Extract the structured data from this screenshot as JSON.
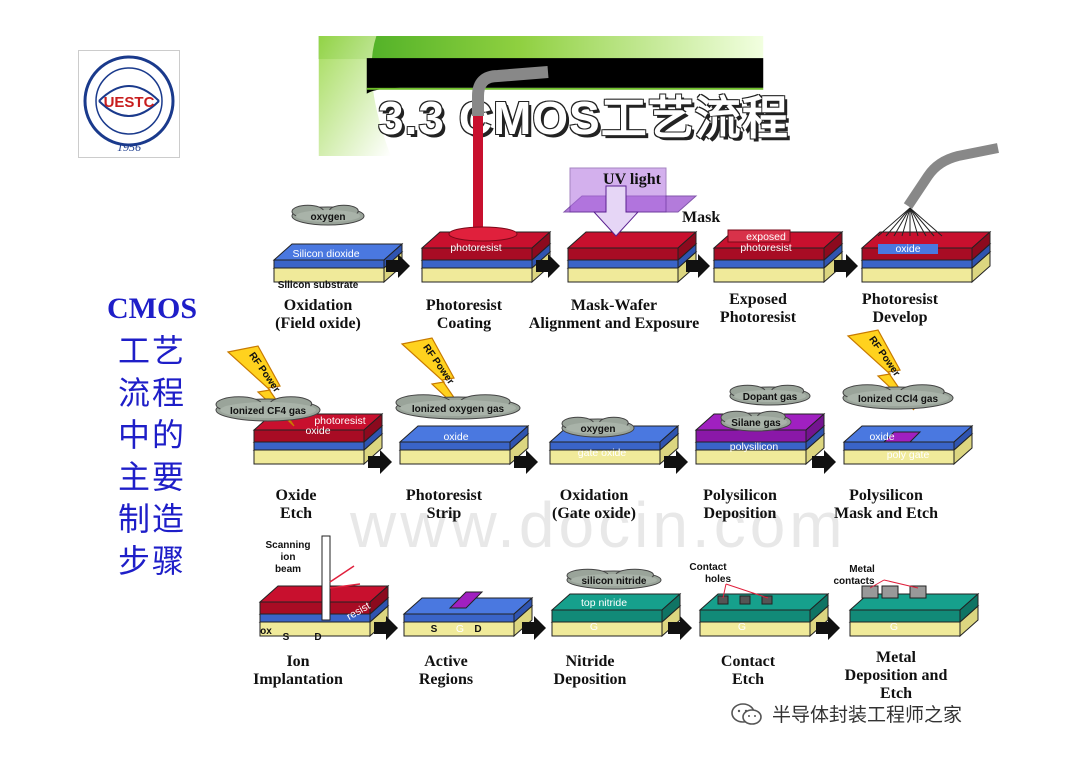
{
  "title": "3.3  CMOS工艺流程",
  "logo": {
    "text": "UESTC",
    "year": "1956"
  },
  "sidebar": {
    "latin": "CMOS",
    "lines": [
      "工艺",
      "流程",
      "中的",
      "主要",
      "制造",
      "步骤"
    ]
  },
  "watermark": "www.docin.com",
  "credit": "半导体封装工程师之家",
  "colors": {
    "green": "#7dc832",
    "header_black": "#000000",
    "sidebar_blue": "#1e1ec8",
    "silicon": "#fbf7c0",
    "oxide": "#4a78e0",
    "photoresist": "#c8102e",
    "polysilicon": "#a020c0",
    "nitride": "#16a08c"
  },
  "steps": [
    {
      "label1": "Oxidation",
      "label2": "(Field oxide)",
      "tags": [
        "oxygen",
        "Silicon dioxide",
        "Silicon substrate"
      ]
    },
    {
      "label1": "Photoresist",
      "label2": "Coating",
      "tags": [
        "photoresist"
      ]
    },
    {
      "label1": "Mask-Wafer",
      "label2": "Alignment and Exposure",
      "tags": [
        "UV light",
        "Mask"
      ]
    },
    {
      "label1": "Exposed",
      "label2": "Photoresist",
      "tags": [
        "exposed",
        "photoresist"
      ]
    },
    {
      "label1": "Photoresist",
      "label2": "Develop",
      "tags": [
        "oxide"
      ]
    },
    {
      "label1": "Oxide",
      "label2": "Etch",
      "tags": [
        "RF Power",
        "Ionized CF4 gas",
        "photoresist",
        "oxide"
      ]
    },
    {
      "label1": "Photoresist",
      "label2": "Strip",
      "tags": [
        "RF Power",
        "Ionized oxygen gas",
        "oxide"
      ]
    },
    {
      "label1": "Oxidation",
      "label2": "(Gate oxide)",
      "tags": [
        "oxygen",
        "gate oxide"
      ]
    },
    {
      "label1": "Polysilicon",
      "label2": "Deposition",
      "tags": [
        "Dopant gas",
        "Silane gas",
        "polysilicon"
      ]
    },
    {
      "label1": "Polysilicon",
      "label2": "Mask and Etch",
      "tags": [
        "RF Power",
        "Ionized CCl4 gas",
        "oxide",
        "poly gate"
      ]
    },
    {
      "label1": "Ion",
      "label2": "Implantation",
      "tags": [
        "Scanning",
        "ion",
        "beam",
        "ox",
        "S",
        "D",
        "resist"
      ]
    },
    {
      "label1": "Active",
      "label2": "Regions",
      "tags": [
        "S",
        "G",
        "D"
      ]
    },
    {
      "label1": "Nitride",
      "label2": "Deposition",
      "tags": [
        "silicon nitride",
        "top nitride",
        "G"
      ]
    },
    {
      "label1": "Contact",
      "label2": "Etch",
      "tags": [
        "Contact",
        "holes",
        "G"
      ]
    },
    {
      "label1": "Metal",
      "label2": "Deposition and",
      "label3": "Etch",
      "tags": [
        "Metal",
        "contacts",
        "G"
      ]
    }
  ]
}
